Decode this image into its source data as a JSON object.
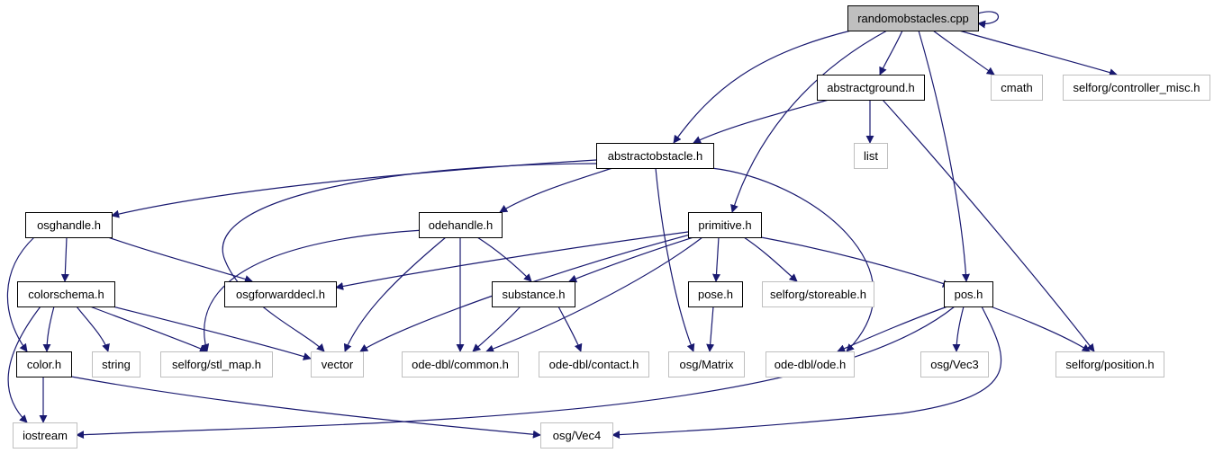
{
  "diagram": {
    "type": "include-dependency-graph",
    "colors": {
      "edge": "#191970",
      "root_fill": "#bfbfbf",
      "documented_border": "#000000",
      "external_border": "#bfbfbf",
      "external_text": "#4d4d4d"
    },
    "nodes": [
      {
        "id": "randomobstacles",
        "label": "randomobstacles.cpp",
        "kind": "root"
      },
      {
        "id": "abstractground",
        "label": "abstractground.h",
        "kind": "documented"
      },
      {
        "id": "cmath",
        "label": "cmath",
        "kind": "external"
      },
      {
        "id": "controller_misc",
        "label": "selforg/controller_misc.h",
        "kind": "external"
      },
      {
        "id": "abstractobstacle",
        "label": "abstractobstacle.h",
        "kind": "documented"
      },
      {
        "id": "list",
        "label": "list",
        "kind": "external"
      },
      {
        "id": "osghandle",
        "label": "osghandle.h",
        "kind": "documented"
      },
      {
        "id": "odehandle",
        "label": "odehandle.h",
        "kind": "documented"
      },
      {
        "id": "primitive",
        "label": "primitive.h",
        "kind": "documented"
      },
      {
        "id": "colorschema",
        "label": "colorschema.h",
        "kind": "documented"
      },
      {
        "id": "osgforwarddecl",
        "label": "osgforwarddecl.h",
        "kind": "documented"
      },
      {
        "id": "substance",
        "label": "substance.h",
        "kind": "documented"
      },
      {
        "id": "pose",
        "label": "pose.h",
        "kind": "documented"
      },
      {
        "id": "storeable",
        "label": "selforg/storeable.h",
        "kind": "external"
      },
      {
        "id": "pos",
        "label": "pos.h",
        "kind": "documented"
      },
      {
        "id": "color",
        "label": "color.h",
        "kind": "documented"
      },
      {
        "id": "string",
        "label": "string",
        "kind": "external"
      },
      {
        "id": "stl_map",
        "label": "selforg/stl_map.h",
        "kind": "external"
      },
      {
        "id": "vector",
        "label": "vector",
        "kind": "external"
      },
      {
        "id": "common",
        "label": "ode-dbl/common.h",
        "kind": "external"
      },
      {
        "id": "contact",
        "label": "ode-dbl/contact.h",
        "kind": "external"
      },
      {
        "id": "matrix",
        "label": "osg/Matrix",
        "kind": "external"
      },
      {
        "id": "ode",
        "label": "ode-dbl/ode.h",
        "kind": "external"
      },
      {
        "id": "vec3",
        "label": "osg/Vec3",
        "kind": "external"
      },
      {
        "id": "position",
        "label": "selforg/position.h",
        "kind": "external"
      },
      {
        "id": "iostream",
        "label": "iostream",
        "kind": "external"
      },
      {
        "id": "vec4",
        "label": "osg/Vec4",
        "kind": "external"
      }
    ],
    "edges": [
      {
        "from": "randomobstacles",
        "to": "randomobstacles"
      },
      {
        "from": "randomobstacles",
        "to": "abstractground"
      },
      {
        "from": "randomobstacles",
        "to": "cmath"
      },
      {
        "from": "randomobstacles",
        "to": "controller_misc"
      },
      {
        "from": "randomobstacles",
        "to": "abstractobstacle"
      },
      {
        "from": "randomobstacles",
        "to": "primitive"
      },
      {
        "from": "randomobstacles",
        "to": "pos"
      },
      {
        "from": "abstractground",
        "to": "abstractobstacle"
      },
      {
        "from": "abstractground",
        "to": "list"
      },
      {
        "from": "abstractground",
        "to": "position"
      },
      {
        "from": "abstractobstacle",
        "to": "osghandle"
      },
      {
        "from": "abstractobstacle",
        "to": "odehandle"
      },
      {
        "from": "abstractobstacle",
        "to": "vector"
      },
      {
        "from": "abstractobstacle",
        "to": "matrix"
      },
      {
        "from": "abstractobstacle",
        "to": "ode"
      },
      {
        "from": "osghandle",
        "to": "colorschema"
      },
      {
        "from": "osghandle",
        "to": "osgforwarddecl"
      },
      {
        "from": "osghandle",
        "to": "color"
      },
      {
        "from": "odehandle",
        "to": "stl_map"
      },
      {
        "from": "odehandle",
        "to": "vector"
      },
      {
        "from": "odehandle",
        "to": "common"
      },
      {
        "from": "odehandle",
        "to": "substance"
      },
      {
        "from": "primitive",
        "to": "osgforwarddecl"
      },
      {
        "from": "primitive",
        "to": "substance"
      },
      {
        "from": "primitive",
        "to": "vector"
      },
      {
        "from": "primitive",
        "to": "common"
      },
      {
        "from": "primitive",
        "to": "pose"
      },
      {
        "from": "primitive",
        "to": "storeable"
      },
      {
        "from": "primitive",
        "to": "pos"
      },
      {
        "from": "colorschema",
        "to": "color"
      },
      {
        "from": "colorschema",
        "to": "string"
      },
      {
        "from": "colorschema",
        "to": "stl_map"
      },
      {
        "from": "colorschema",
        "to": "vector"
      },
      {
        "from": "colorschema",
        "to": "iostream"
      },
      {
        "from": "substance",
        "to": "common"
      },
      {
        "from": "substance",
        "to": "contact"
      },
      {
        "from": "pose",
        "to": "matrix"
      },
      {
        "from": "pos",
        "to": "ode"
      },
      {
        "from": "pos",
        "to": "vec3"
      },
      {
        "from": "pos",
        "to": "position"
      },
      {
        "from": "pos",
        "to": "iostream"
      },
      {
        "from": "pos",
        "to": "vec4"
      },
      {
        "from": "color",
        "to": "iostream"
      },
      {
        "from": "color",
        "to": "vec4"
      }
    ]
  }
}
